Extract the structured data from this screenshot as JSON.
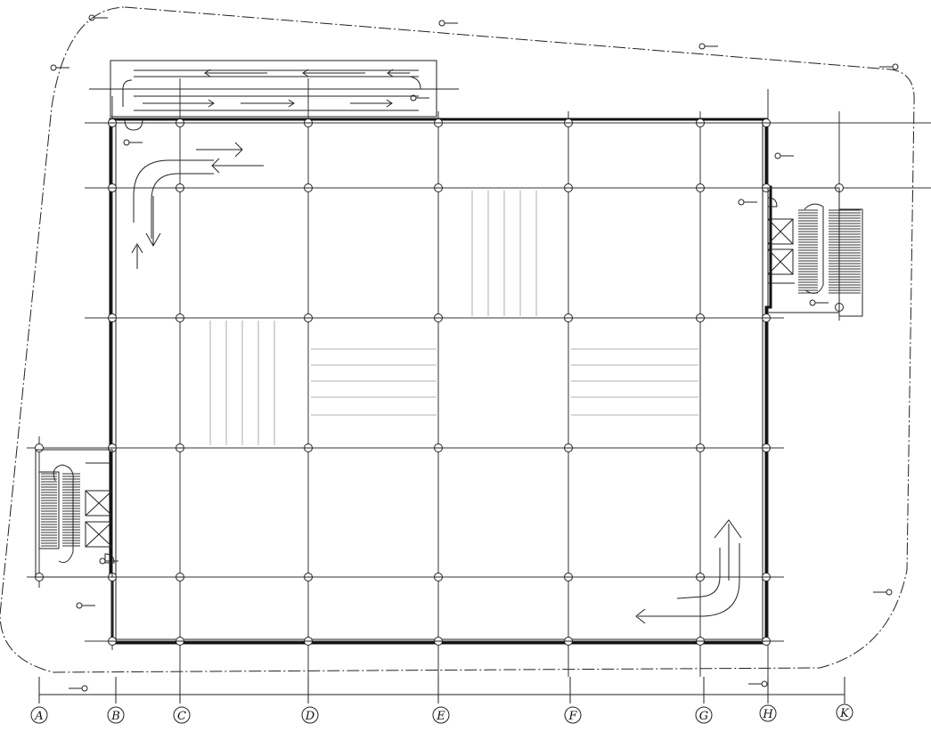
{
  "axes": {
    "labels": [
      "A",
      "B",
      "C",
      "D",
      "E",
      "F",
      "G",
      "H",
      "K"
    ]
  },
  "colors": {
    "line": "#222222",
    "paper": "#ffffff"
  }
}
